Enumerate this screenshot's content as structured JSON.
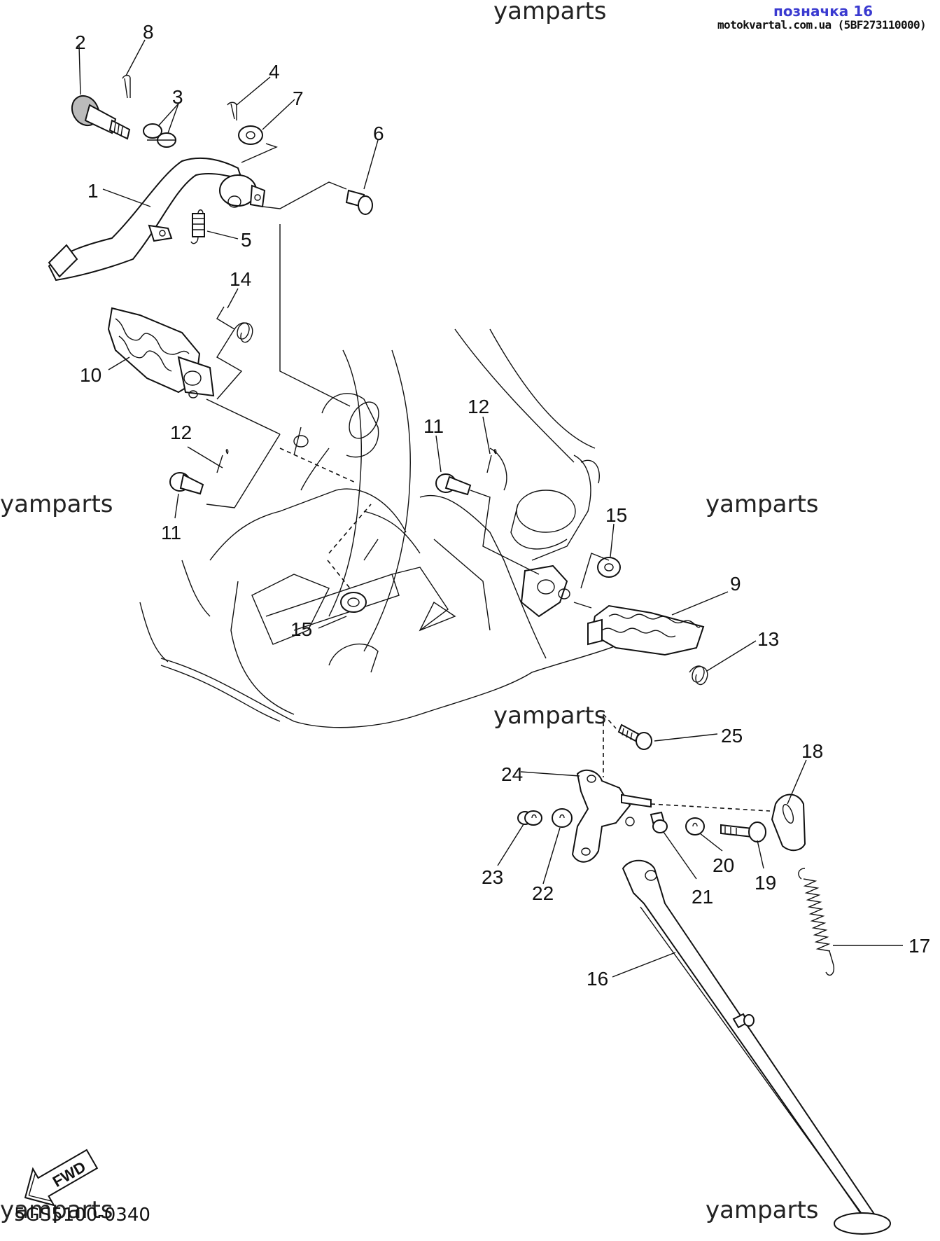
{
  "header": {
    "link_text": "позначка 16",
    "site_text": "motokvartal.com.ua (5BF273110000)"
  },
  "watermarks": [
    "yamparts",
    "yamparts",
    "yamparts",
    "yamparts",
    "yamparts",
    "yamparts"
  ],
  "diagram_code": "5GS5100-0340",
  "fwd_label": "FWD",
  "callouts": [
    "1",
    "2",
    "3",
    "4",
    "5",
    "6",
    "7",
    "8",
    "9",
    "10",
    "11",
    "11",
    "12",
    "12",
    "13",
    "14",
    "15",
    "15",
    "16",
    "17",
    "18",
    "19",
    "20",
    "21",
    "22",
    "23",
    "24",
    "25"
  ]
}
